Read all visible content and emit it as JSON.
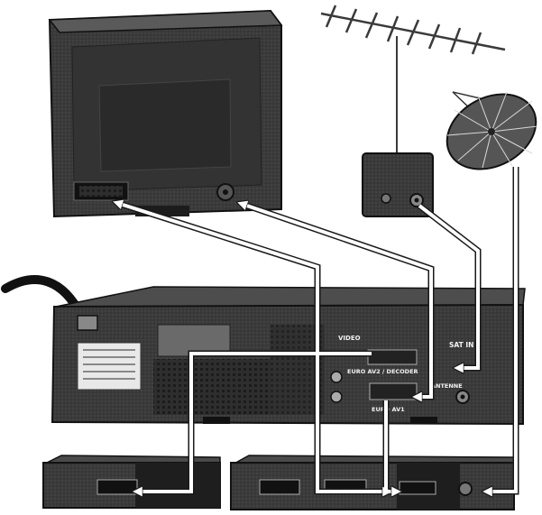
{
  "labels": {
    "vcr_sat_in": "SAT IN",
    "vcr_video_out": "VIDEO",
    "vcr_scart_decoder": "EURO AV2 / DECODER",
    "vcr_antenna": "ANTENNE",
    "vcr_scart_av1": "EURO AV1"
  },
  "colors": {
    "device_dark": "#2c2c2c",
    "device_mid": "#4a4a4a",
    "cable": "#ffffff",
    "cable_outline": "#1a1a1a"
  }
}
